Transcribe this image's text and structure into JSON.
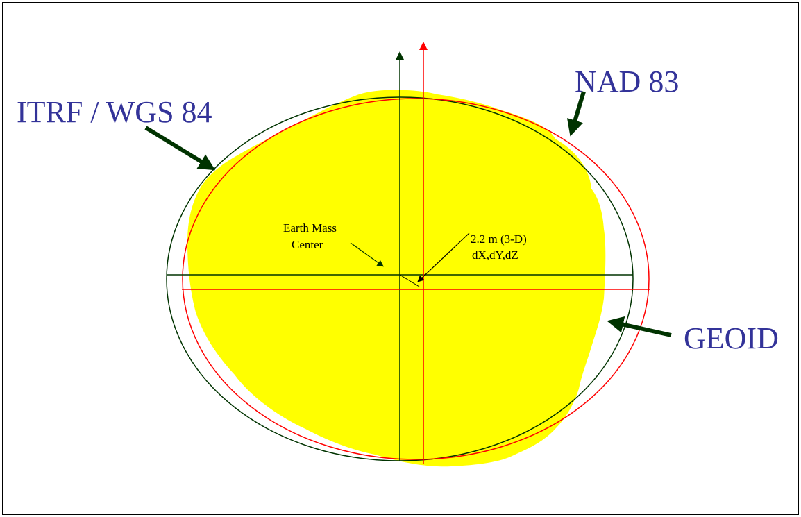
{
  "labels": {
    "itrf_wgs84": "ITRF / WGS 84",
    "nad83": "NAD 83",
    "geoid": "GEOID",
    "earth_mass_center_line1": "Earth Mass",
    "earth_mass_center_line2": "Center",
    "offset_line1": "2.2  m (3-D)",
    "offset_line2": "dX,dY,dZ"
  },
  "colors": {
    "label_blue": "#333399",
    "itrf_green": "#003300",
    "nad83_red": "#ff0000",
    "geoid_yellow": "#ffff00",
    "arrow_green": "#003300"
  }
}
